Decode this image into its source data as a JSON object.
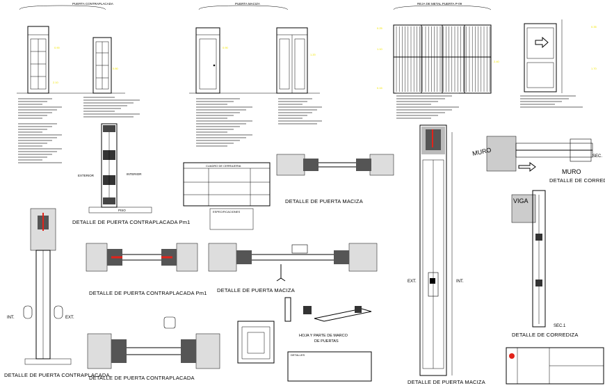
{
  "elevations": {
    "contraplacada_header": "PUERTA CONTRAPLACADA",
    "maciza_header": "PUERTA MACIZA",
    "metal_header": "REJA DE METAL PUERTA P-09"
  },
  "details": {
    "contraplacada_1": "DETALLE DE PUERTA CONTRAPLACADA Pm1",
    "contraplacada_2": "DETALLE DE PUERTA CONTRAPLACADA Pm1",
    "contraplacada_3": "DETALLE DE PUERTA CONTRAPLACADA",
    "contraplacada_4": "DETALLE DE PUERTA CONTRAPLACADA",
    "maciza_1": "DETALLE DE PUERTA MACIZA",
    "maciza_2": "DETALLE DE PUERTA MACIZA",
    "maciza_3": "DETALLE DE PUERTA MACIZA",
    "corrediza_1": "DETALLE DE CORREDIZA",
    "corrediza_2": "DETALLE DE CORREDIZA",
    "hoja_line1": "HOJA Y PARTE DE MARCO",
    "hoja_line2": "DE PUERTAS"
  },
  "labels": {
    "interior": "INTERIOR",
    "exterior": "EXTERIOR",
    "int": "INT.",
    "ext": "EXT.",
    "int2": "INT.",
    "ext2": "EXT.",
    "muro": "MURO",
    "muro2": "MURO",
    "viga": "VIGA",
    "sec1": "SEC.1",
    "sec": "SEC.",
    "piso": "PISO",
    "cuadro": "CUADRO DE CERRAJERIA",
    "especificaciones": "ESPECIFICACIONES",
    "detalles": "DETALLES"
  },
  "colors": {
    "line": "#000000",
    "accent_red": "#e2231a",
    "accent_magenta": "#c000c0",
    "accent_yellow": "#f2e600"
  }
}
